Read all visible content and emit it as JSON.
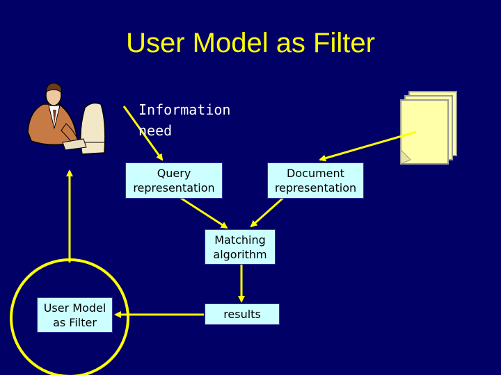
{
  "slide": {
    "title": "User Model as Filter",
    "information_need": "Information\nneed",
    "boxes": {
      "query": "Query\nrepresentation",
      "document": "Document\nrepresentation",
      "matching": "Matching\nalgorithm",
      "results": "results",
      "user_model": "User Model\nas Filter"
    },
    "colors": {
      "background": "#000066",
      "title": "#ffff00",
      "box_fill": "#ccffff",
      "arrow": "#ffff00"
    },
    "icons": [
      "person-at-computer-icon",
      "documents-stack-icon"
    ]
  }
}
